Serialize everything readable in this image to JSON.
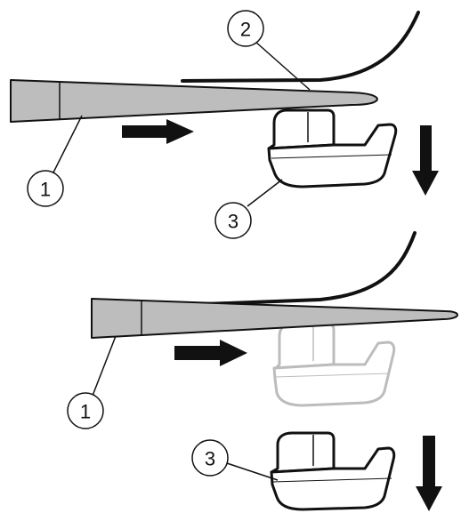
{
  "callouts": {
    "top_tool": "1",
    "top_contact": "2",
    "top_part": "3",
    "bottom_tool": "1",
    "bottom_part": "3"
  },
  "colors": {
    "line": "#111111",
    "tool_fill": "#bdbdbd",
    "ghost": "#bcbcbc"
  }
}
